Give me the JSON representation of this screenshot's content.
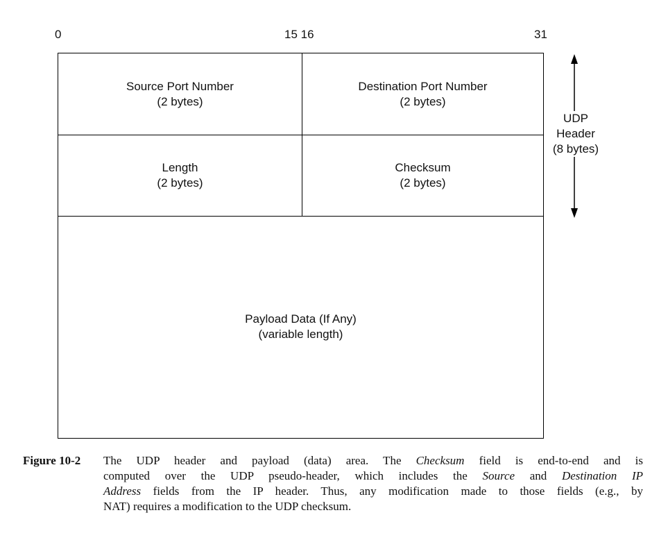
{
  "bit_labels": {
    "start": "0",
    "middle": "15 16",
    "end": "31"
  },
  "fields": {
    "source_port": {
      "name": "Source Port Number",
      "size": "(2 bytes)"
    },
    "destination_port": {
      "name": "Destination Port Number",
      "size": "(2 bytes)"
    },
    "length": {
      "name": "Length",
      "size": "(2 bytes)"
    },
    "checksum": {
      "name": "Checksum",
      "size": "(2 bytes)"
    },
    "payload": {
      "name": "Payload Data (If Any)",
      "size": "(variable length)"
    }
  },
  "header_annotation": {
    "line1": "UDP",
    "line2": "Header",
    "line3": "(8 bytes)",
    "icon": "double-headed-vertical-arrow"
  },
  "caption": {
    "number": "Figure 10-2",
    "lines": [
      "The UDP header and payload (data) area. The Checksum field is end-to-end and is",
      "computed over the UDP pseudo-header, which includes the Source and Destination IP",
      "Address fields from the IP header. Thus, any modification made to those fields (e.g., by",
      "NAT) requires a modification to the UDP checksum."
    ],
    "italic_terms": [
      "Checksum",
      "Source",
      "Destination IP",
      "Address"
    ]
  }
}
